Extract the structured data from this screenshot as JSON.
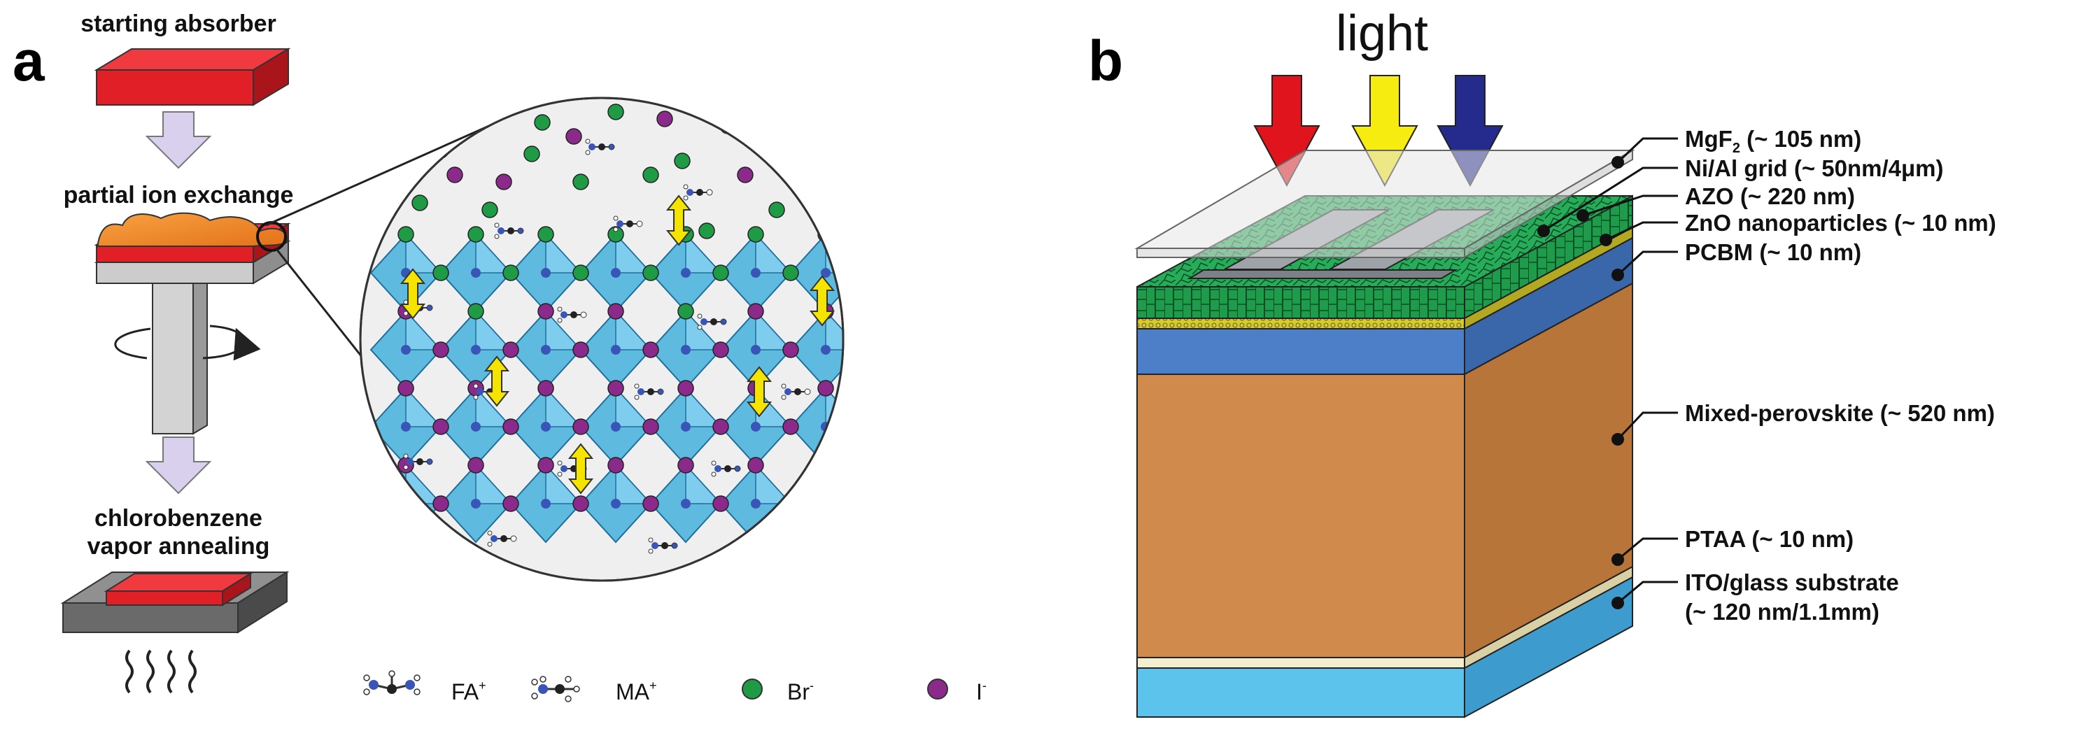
{
  "panel_a": {
    "letter": "a",
    "steps": [
      "starting absorber",
      "partial ion exchange"
    ],
    "step3_line1": "chlorobenzene",
    "step3_line2": "vapor annealing",
    "legend": [
      {
        "name": "FA",
        "sup": "+"
      },
      {
        "name": "MA",
        "sup": "+"
      },
      {
        "name": "Br",
        "sup": "-"
      },
      {
        "name": "I",
        "sup": "-"
      }
    ],
    "colors": {
      "absorber": "#e8222a",
      "orange": "#f08a28",
      "octahedron": "#4fb4de",
      "br": "#1f9a45",
      "iodide": "#8c2a8c",
      "arrow": "#f4e400",
      "step_arrow": "#d8d0ec"
    }
  },
  "panel_b": {
    "letter": "b",
    "light": "light",
    "light_arrow_colors": [
      "#e0141c",
      "#f6ec10",
      "#252b8c"
    ],
    "layers": [
      {
        "name": "MgF",
        "sub": "2",
        "rest": " (~ 105 nm)",
        "color": "#e6e6e6"
      },
      {
        "name": "Ni/Al grid (~ 50nm/4μm)",
        "color": "#8e9298"
      },
      {
        "name": "AZO (~ 220 nm)",
        "color": "#1c9a4a"
      },
      {
        "name": "ZnO nanoparticles (~ 10 nm)",
        "color": "#cfc32a"
      },
      {
        "name": "PCBM (~ 10 nm)",
        "color": "#4d7fc8"
      },
      {
        "name": "Mixed-perovskite (~ 520 nm)",
        "color": "#cf8a4c"
      },
      {
        "name": "PTAA (~ 10 nm)",
        "color": "#f4edcf"
      },
      {
        "name": "ITO/glass substrate",
        "line2": "(~ 120 nm/1.1mm)",
        "color": "#5cc3ec"
      }
    ]
  }
}
